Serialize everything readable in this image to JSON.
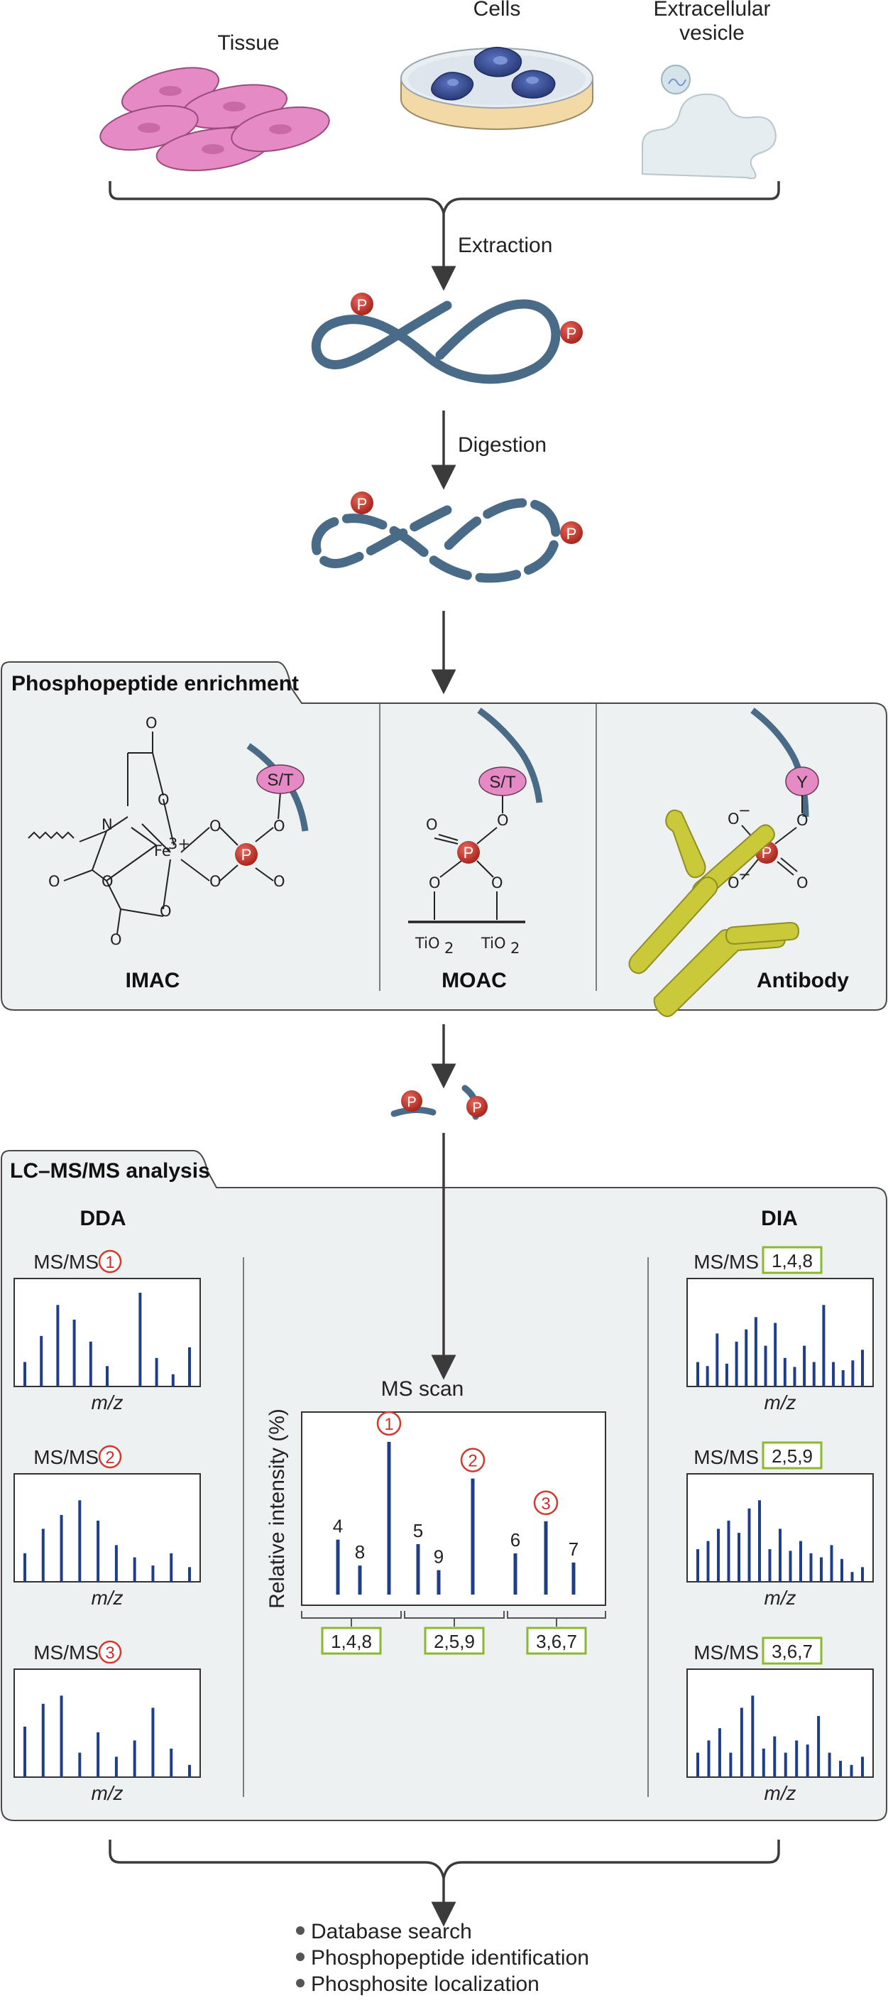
{
  "sources": {
    "tissue": "Tissue",
    "cells": "Cells",
    "vesicle_line1": "Extracellular",
    "vesicle_line2": "vesicle"
  },
  "steps": {
    "extraction": "Extraction",
    "digestion": "Digestion"
  },
  "p_label": "P",
  "enrichment": {
    "tab": "Phosphopeptide enrichment",
    "imac": {
      "title": "IMAC",
      "st": "S/T",
      "metal": "Fe",
      "charge": "3+",
      "n": "N",
      "o": "O"
    },
    "moac": {
      "title": "MOAC",
      "st": "S/T",
      "o": "O",
      "tio": "TiO",
      "sub": "2"
    },
    "antibody": {
      "title": "Antibody",
      "y": "Y",
      "o": "O",
      "minus": "−"
    }
  },
  "lcms": {
    "tab": "LC–MS/MS analysis",
    "dda": {
      "title": "DDA",
      "spectra": [
        {
          "label": "MS/MS",
          "tag": "1",
          "peaks": [
            0.3,
            0.62,
            1.0,
            0.82,
            0.55,
            0.25,
            0.0,
            1.15,
            0.35,
            0.15,
            0.48
          ]
        },
        {
          "label": "MS/MS",
          "tag": "2",
          "peaks": [
            0.35,
            0.65,
            0.82,
            1.0,
            0.75,
            0.45,
            0.3,
            0.2,
            0.35,
            0.18
          ]
        },
        {
          "label": "MS/MS",
          "tag": "3",
          "peaks": [
            0.62,
            0.9,
            1.0,
            0.3,
            0.55,
            0.25,
            0.45,
            0.85,
            0.35,
            0.15
          ]
        }
      ]
    },
    "dia": {
      "title": "DIA",
      "spectra": [
        {
          "label": "MS/MS",
          "tag": "1,4,8",
          "peaks": [
            0.3,
            0.25,
            0.65,
            0.28,
            0.55,
            0.7,
            0.85,
            0.5,
            0.78,
            0.35,
            0.24,
            0.5,
            0.3,
            1.0,
            0.3,
            0.2,
            0.32,
            0.45
          ]
        },
        {
          "label": "MS/MS",
          "tag": "2,5,9",
          "peaks": [
            0.4,
            0.5,
            0.65,
            0.75,
            0.6,
            0.9,
            1.0,
            0.4,
            0.65,
            0.38,
            0.5,
            0.35,
            0.3,
            0.45,
            0.28,
            0.12,
            0.18
          ]
        },
        {
          "label": "MS/MS",
          "tag": "3,6,7",
          "peaks": [
            0.3,
            0.45,
            0.6,
            0.3,
            0.85,
            1.0,
            0.35,
            0.5,
            0.3,
            0.45,
            0.4,
            0.75,
            0.3,
            0.2,
            0.15,
            0.25
          ]
        }
      ]
    },
    "mz_label": "m/z",
    "ms_scan": {
      "title": "MS scan",
      "ylabel": "Relative intensity (%)",
      "groups": [
        "1,4,8",
        "2,5,9",
        "3,6,7"
      ]
    }
  },
  "chart_data": {
    "type": "bar",
    "title": "MS scan",
    "ylabel": "Relative intensity (%)",
    "xlabel": "",
    "categories": [
      "4",
      "8",
      "1",
      "5",
      "9",
      "2",
      "6",
      "3",
      "7"
    ],
    "values": [
      0.36,
      0.19,
      1.0,
      0.33,
      0.16,
      0.76,
      0.27,
      0.48,
      0.21
    ],
    "circled": [
      "1",
      "2",
      "3"
    ],
    "isolation_windows": [
      "1,4,8",
      "2,5,9",
      "3,6,7"
    ]
  },
  "outputs": [
    "Database search",
    "Phosphopeptide identification",
    "Phosphosite localization"
  ],
  "colors": {
    "peptide": "#4a6b87",
    "p_ball": "#c8302a",
    "pink": "#e58ac4",
    "lime": "#c9c93a",
    "panel_bg": "#eef1f2",
    "bar": "#1e3e8a",
    "green_box": "#8bb82f"
  }
}
